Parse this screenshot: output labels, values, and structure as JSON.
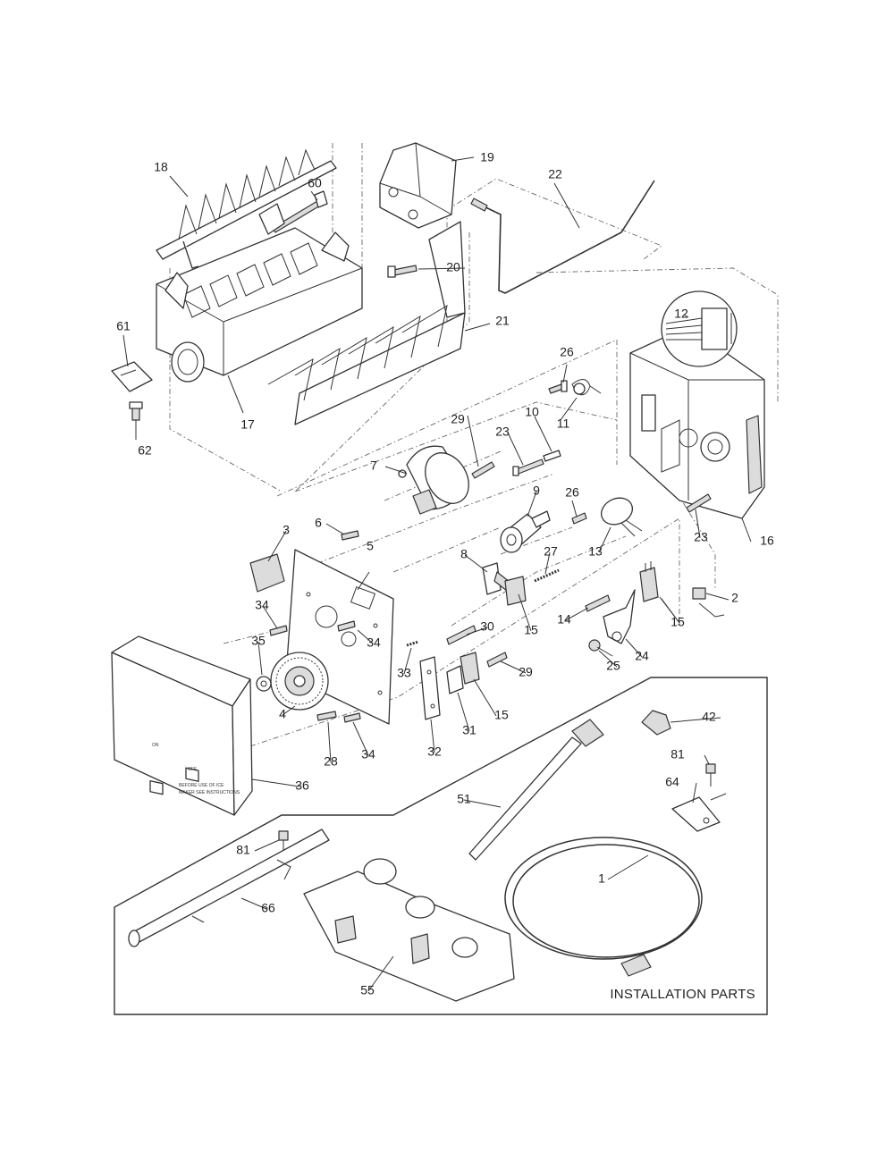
{
  "callouts": [
    "18",
    "19",
    "60",
    "22",
    "20",
    "21",
    "12",
    "61",
    "26",
    "11",
    "29",
    "10",
    "17",
    "23",
    "62",
    "7",
    "9",
    "26",
    "3",
    "6",
    "5",
    "8",
    "27",
    "13",
    "23",
    "16",
    "2",
    "34",
    "30",
    "15",
    "14",
    "15",
    "35",
    "34",
    "33",
    "29",
    "25",
    "24",
    "4",
    "15",
    "31",
    "42",
    "28",
    "34",
    "32",
    "81",
    "64",
    "36",
    "51",
    "81",
    "1",
    "66",
    "55"
  ],
  "installation_parts": {
    "caption": "INSTALLATION PARTS"
  },
  "front_cover": {
    "switch_on_label": "ON",
    "switch_off_label": "OFF",
    "warning_line_1": "BEFORE USE OF ICE",
    "warning_line_2": "MAKER SEE INSTRUCTIONS"
  }
}
